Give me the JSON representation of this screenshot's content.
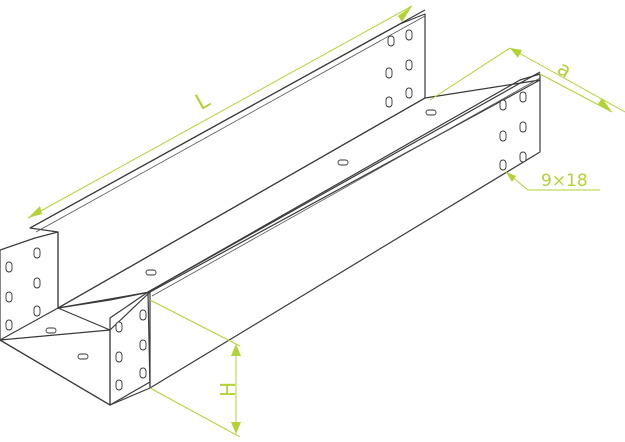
{
  "diagram": {
    "subject": "cable-tray",
    "dimensions": {
      "length_label": "L",
      "width_label": "a",
      "height_label": "H",
      "hole_label": "9×18"
    },
    "colors": {
      "dimension_accent": "#b2d235",
      "outline": "#3a3a3a",
      "face_light": "#f4f4f4",
      "face_mid": "#e6e6e6",
      "face_dark": "#d4d4d4"
    }
  }
}
